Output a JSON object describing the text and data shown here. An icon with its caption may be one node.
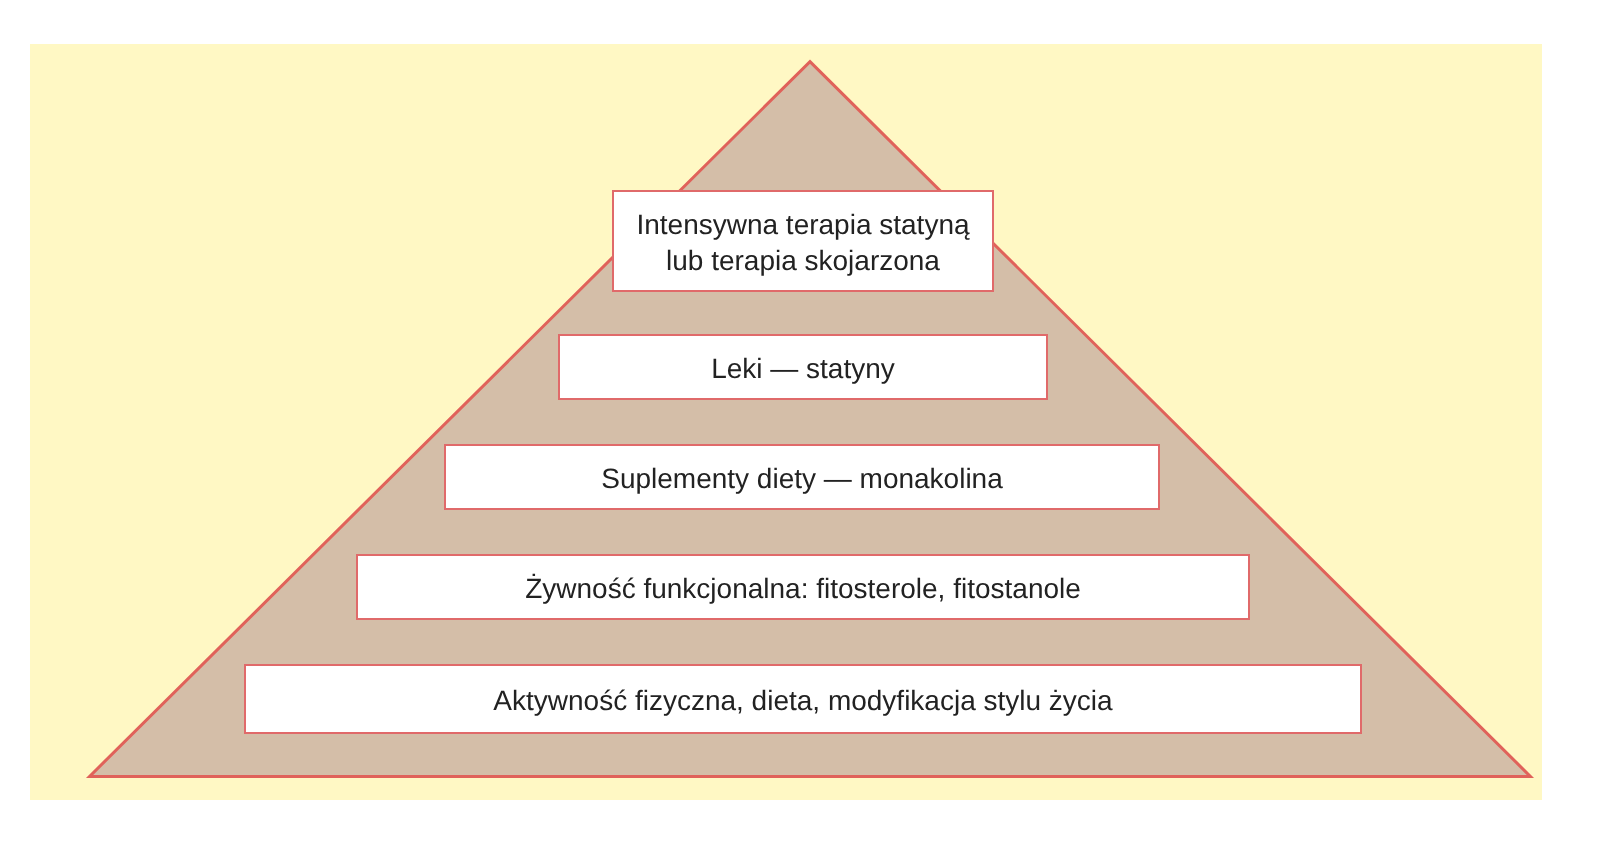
{
  "diagram": {
    "nodes": [
      {
        "text": [],
        "shape": "triangle"
      },
      {
        "text": [
          "Intensywna terapia statyną lub terapia skojarzona"
        ],
        "in": 0
      },
      {
        "text": [
          "Leki — statyny"
        ],
        "in": 0
      },
      {
        "text": [
          "Suplementy diety — monakolina"
        ],
        "in": 0
      },
      {
        "text": [
          "Żywność funkcjonalna: fitosterole, fitostanole"
        ],
        "in": 0
      },
      {
        "text": [
          "Aktywność fizyczna, dieta, modyfikacja stylu życia"
        ],
        "in": 0
      }
    ]
  }
}
